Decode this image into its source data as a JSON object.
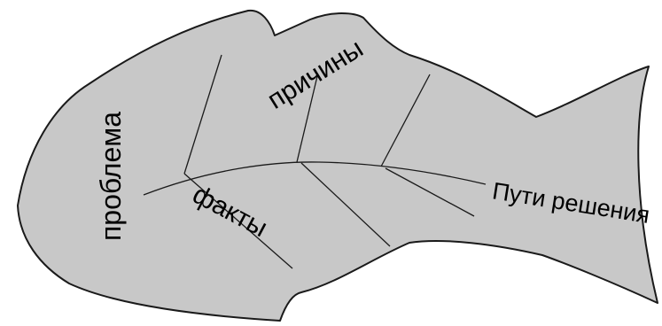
{
  "diagram": {
    "type": "fishbone",
    "labels": {
      "problem": "проблема",
      "causes": "причины",
      "facts": "факты",
      "solutions": "Пути решения"
    },
    "colors": {
      "body_fill": "#c8c8c8",
      "outline": "#1a1a1a",
      "lines": "#1a1a1a",
      "text": "#000000",
      "background": "#ffffff"
    }
  }
}
